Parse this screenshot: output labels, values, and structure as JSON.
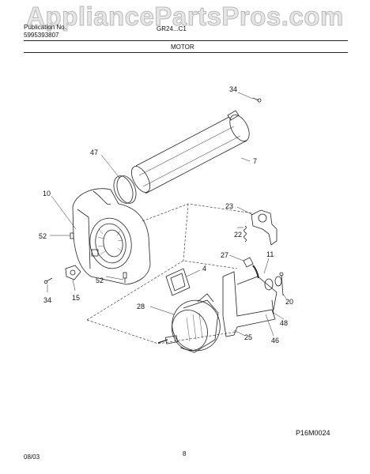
{
  "watermark": "AppliancePartsPros.com",
  "header": {
    "publication_label": "Publication No.",
    "publication_no": "5995393807",
    "model": "GR24...C1",
    "section_title": "MOTOR"
  },
  "callouts": [
    "34",
    "7",
    "47",
    "10",
    "23",
    "52",
    "22",
    "27",
    "11",
    "4",
    "52",
    "34",
    "15",
    "28",
    "20",
    "48",
    "25",
    "46"
  ],
  "figure_code": "P16M0024",
  "footer": {
    "date": "08/03",
    "page_number": "8"
  }
}
